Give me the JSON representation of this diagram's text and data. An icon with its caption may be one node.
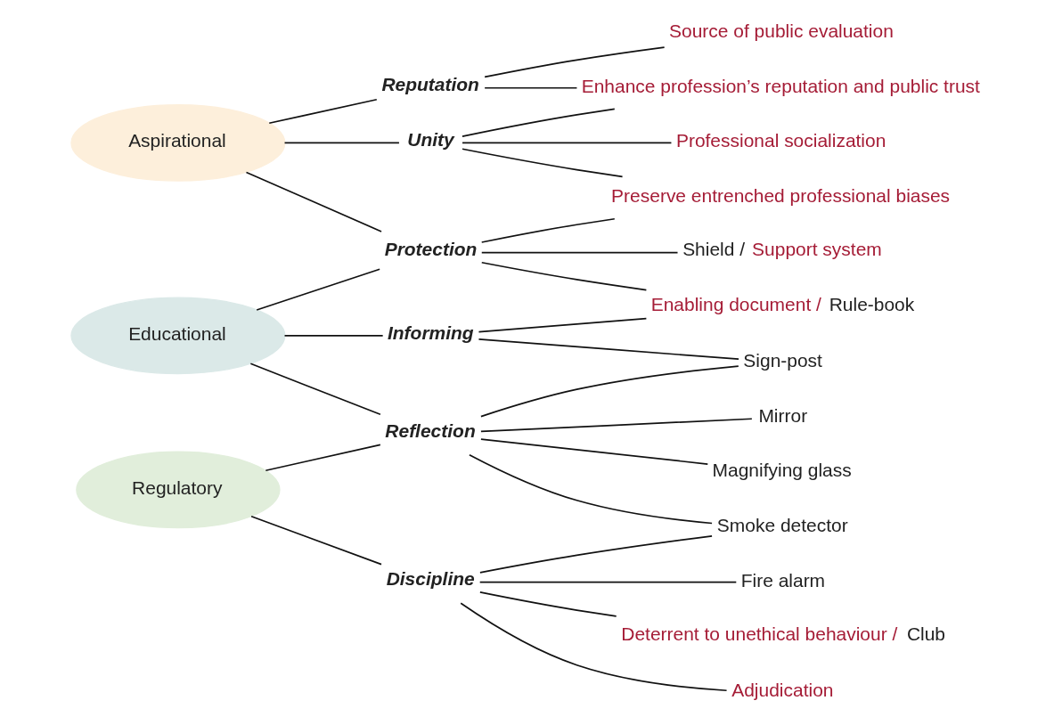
{
  "diagram": {
    "nodes": [
      {
        "text": [
          "Aspirational"
        ]
      },
      {
        "text": [
          "Educational"
        ]
      },
      {
        "text": [
          "Regulatory"
        ]
      },
      {
        "text": [
          "Reputation"
        ]
      },
      {
        "text": [
          "Unity"
        ]
      },
      {
        "text": [
          "Protection"
        ]
      },
      {
        "text": [
          "Informing"
        ]
      },
      {
        "text": [
          "Reflection"
        ]
      },
      {
        "text": [
          "Discipline"
        ]
      },
      {
        "text": [
          "Source of public evaluation"
        ]
      },
      {
        "text": [
          "Enhance profession’s reputation and public trust"
        ]
      },
      {
        "text": [
          "Professional socialization"
        ]
      },
      {
        "text": [
          "Preserve entrenched professional biases"
        ]
      },
      {
        "text": [
          "Shield / Support system"
        ]
      },
      {
        "text": [
          "Enabling document / Rule-book"
        ]
      },
      {
        "text": [
          "Sign-post"
        ]
      },
      {
        "text": [
          "Mirror"
        ]
      },
      {
        "text": [
          "Magnifying glass"
        ]
      },
      {
        "text": [
          "Smoke detector"
        ]
      },
      {
        "text": [
          "Fire alarm"
        ]
      },
      {
        "text": [
          "Deterrent to unethical behaviour / Club"
        ]
      },
      {
        "text": [
          "Adjudication"
        ]
      }
    ],
    "edges": [
      {
        "from": 0,
        "to": 3,
        "arrow": "none"
      },
      {
        "from": 0,
        "to": 4,
        "arrow": "none"
      },
      {
        "from": 0,
        "to": 5,
        "arrow": "none"
      },
      {
        "from": 1,
        "to": 5,
        "arrow": "none"
      },
      {
        "from": 1,
        "to": 6,
        "arrow": "none"
      },
      {
        "from": 1,
        "to": 7,
        "arrow": "none"
      },
      {
        "from": 2,
        "to": 7,
        "arrow": "none"
      },
      {
        "from": 2,
        "to": 8,
        "arrow": "none"
      },
      {
        "from": 3,
        "to": 9,
        "arrow": "none"
      },
      {
        "from": 3,
        "to": 10,
        "arrow": "none"
      },
      {
        "from": 4,
        "to": 10,
        "arrow": "none"
      },
      {
        "from": 4,
        "to": 11,
        "arrow": "none"
      },
      {
        "from": 4,
        "to": 12,
        "arrow": "none"
      },
      {
        "from": 5,
        "to": 12,
        "arrow": "none"
      },
      {
        "from": 5,
        "to": 13,
        "arrow": "none"
      },
      {
        "from": 5,
        "to": 14,
        "arrow": "none"
      },
      {
        "from": 6,
        "to": 14,
        "arrow": "none"
      },
      {
        "from": 6,
        "to": 15,
        "arrow": "none"
      },
      {
        "from": 7,
        "to": 15,
        "arrow": "none"
      },
      {
        "from": 7,
        "to": 16,
        "arrow": "none"
      },
      {
        "from": 7,
        "to": 17,
        "arrow": "none"
      },
      {
        "from": 7,
        "to": 18,
        "arrow": "none"
      },
      {
        "from": 8,
        "to": 18,
        "arrow": "none"
      },
      {
        "from": 8,
        "to": 19,
        "arrow": "none"
      },
      {
        "from": 8,
        "to": 20,
        "arrow": "none"
      },
      {
        "from": 8,
        "to": 21,
        "arrow": "none"
      }
    ]
  }
}
